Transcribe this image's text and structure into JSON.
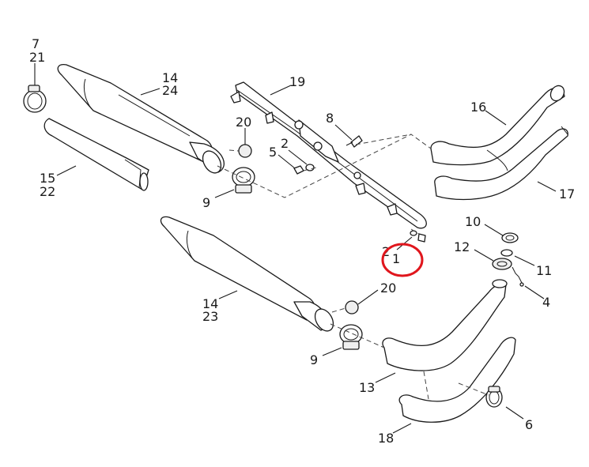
{
  "labels": [
    {
      "id": "l7",
      "text": "7"
    },
    {
      "id": "l21",
      "text": "21"
    },
    {
      "id": "l14a",
      "text": "14"
    },
    {
      "id": "l24",
      "text": "24"
    },
    {
      "id": "l19",
      "text": "19"
    },
    {
      "id": "l20a",
      "text": "20"
    },
    {
      "id": "l8",
      "text": "8"
    },
    {
      "id": "l2a",
      "text": "2"
    },
    {
      "id": "l5",
      "text": "5"
    },
    {
      "id": "l16",
      "text": "16"
    },
    {
      "id": "l15",
      "text": "15"
    },
    {
      "id": "l22",
      "text": "22"
    },
    {
      "id": "l9a",
      "text": "9"
    },
    {
      "id": "l17",
      "text": "17"
    },
    {
      "id": "l10",
      "text": "10"
    },
    {
      "id": "l12",
      "text": "12"
    },
    {
      "id": "l11",
      "text": "11"
    },
    {
      "id": "l2b",
      "text": "2"
    },
    {
      "id": "l1",
      "text": "1"
    },
    {
      "id": "l4",
      "text": "4"
    },
    {
      "id": "l20b",
      "text": "20"
    },
    {
      "id": "l14b",
      "text": "14"
    },
    {
      "id": "l23",
      "text": "23"
    },
    {
      "id": "l9b",
      "text": "9"
    },
    {
      "id": "l13",
      "text": "13"
    },
    {
      "id": "l6",
      "text": "6"
    },
    {
      "id": "l18",
      "text": "18"
    }
  ],
  "highlight": {
    "label": "1",
    "color": "#e0161d"
  }
}
